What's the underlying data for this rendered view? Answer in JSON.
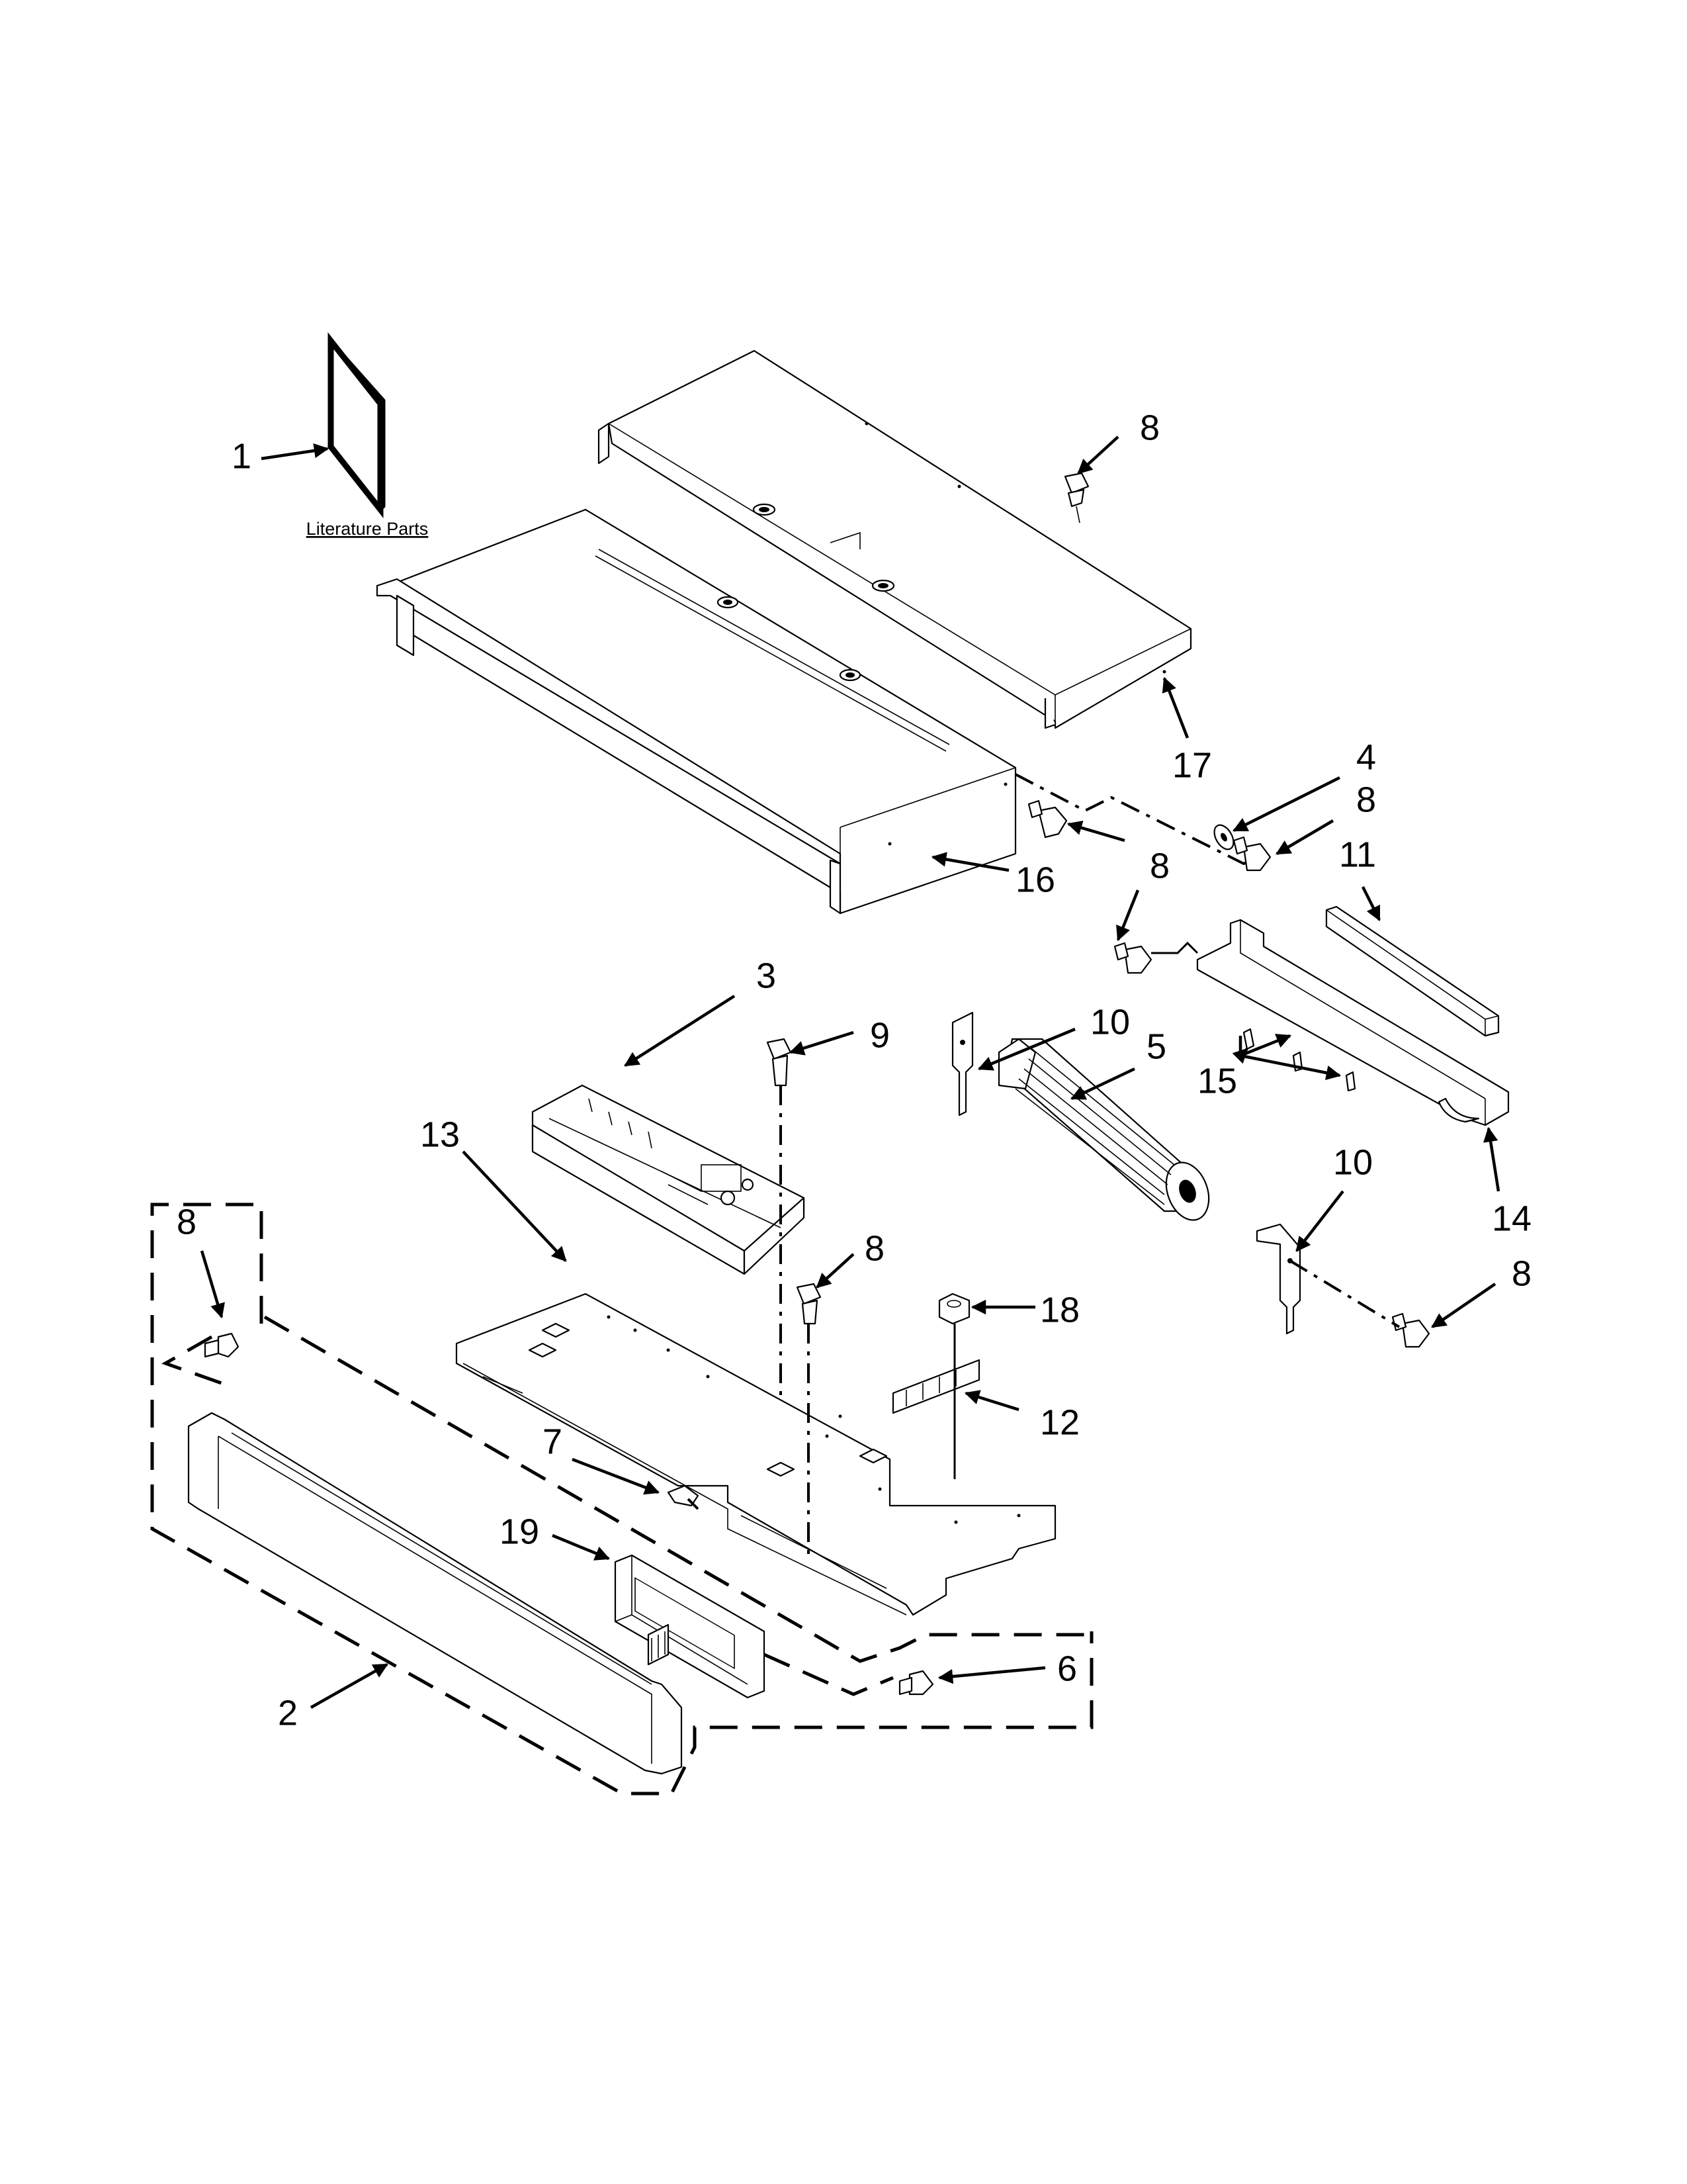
{
  "diagram": {
    "literature_label": "Literature Parts",
    "callouts": [
      {
        "id": "c1",
        "text": "1"
      },
      {
        "id": "c8a",
        "text": "8"
      },
      {
        "id": "c17",
        "text": "17"
      },
      {
        "id": "c4",
        "text": "4"
      },
      {
        "id": "c8b",
        "text": "8"
      },
      {
        "id": "c11",
        "text": "11"
      },
      {
        "id": "c8c",
        "text": "8"
      },
      {
        "id": "c16",
        "text": "16"
      },
      {
        "id": "c3",
        "text": "3"
      },
      {
        "id": "c9",
        "text": "9"
      },
      {
        "id": "c10a",
        "text": "10"
      },
      {
        "id": "c5",
        "text": "5"
      },
      {
        "id": "c15",
        "text": "15"
      },
      {
        "id": "c13",
        "text": "13"
      },
      {
        "id": "c10b",
        "text": "10"
      },
      {
        "id": "c14",
        "text": "14"
      },
      {
        "id": "c8d",
        "text": "8"
      },
      {
        "id": "c8e",
        "text": "8"
      },
      {
        "id": "c8f",
        "text": "8"
      },
      {
        "id": "c18",
        "text": "18"
      },
      {
        "id": "c12",
        "text": "12"
      },
      {
        "id": "c7",
        "text": "7"
      },
      {
        "id": "c19",
        "text": "19"
      },
      {
        "id": "c6",
        "text": "6"
      },
      {
        "id": "c2",
        "text": "2"
      }
    ]
  }
}
